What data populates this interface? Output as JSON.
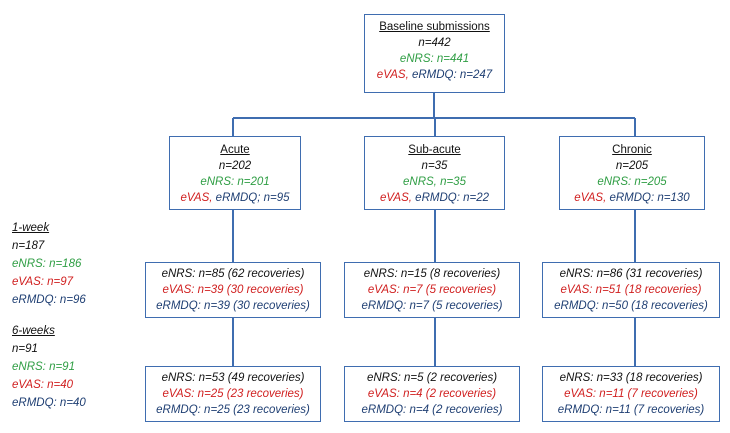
{
  "colors": {
    "connector": "#3f6db0",
    "green": "#2f9e44",
    "red": "#d01f1f",
    "navy": "#1f3f73"
  },
  "baseline": {
    "title": "Baseline submissions",
    "n": "n=442",
    "enrs": "eNRS: n=441",
    "evas": "eVAS,",
    "ermdq": "eRMDQ: n=247"
  },
  "groups": {
    "acute": {
      "title": "Acute",
      "n": "n=202",
      "enrs": "eNRS: n=201",
      "evas": "eVAS,",
      "ermdq": "eRMDQ; n=95",
      "week1": {
        "enrs": "eNRS: n=85 (62 recoveries)",
        "evas": "eVAS: n=39 (30 recoveries)",
        "ermdq": "eRMDQ: n=39 (30 recoveries)"
      },
      "week6": {
        "enrs": "eNRS: n=53 (49 recoveries)",
        "evas": "eVAS: n=25 (23 recoveries)",
        "ermdq": "eRMDQ: n=25 (23 recoveries)"
      }
    },
    "subacute": {
      "title": "Sub-acute",
      "n": "n=35",
      "enrs": "eNRS, n=35",
      "evas": "eVAS,",
      "ermdq": "eRMDQ: n=22",
      "week1": {
        "enrs": "eNRS: n=15 (8 recoveries)",
        "evas": "eVAS: n=7 (5 recoveries)",
        "ermdq": "eRMDQ: n=7 (5 recoveries)"
      },
      "week6": {
        "enrs": "eNRS: n=5 (2 recoveries)",
        "evas": "eVAS: n=4 (2 recoveries)",
        "ermdq": "eRMDQ: n=4 (2 recoveries)"
      }
    },
    "chronic": {
      "title": "Chronic",
      "n": "n=205",
      "enrs": "eNRS: n=205",
      "evas": "eVAS,",
      "ermdq": "eRMDQ: n=130",
      "week1": {
        "enrs": "eNRS: n=86 (31 recoveries)",
        "evas": "eVAS: n=51 (18 recoveries)",
        "ermdq": "eRMDQ: n=50 (18 recoveries)"
      },
      "week6": {
        "enrs": "eNRS: n=33 (18 recoveries)",
        "evas": "eVAS: n=11 (7 recoveries)",
        "ermdq": "eRMDQ: n=11 (7 recoveries)"
      }
    }
  },
  "side": {
    "week1": {
      "title": "1-week",
      "n": "n=187",
      "enrs": "eNRS: n=186",
      "evas": "eVAS: n=97",
      "ermdq": "eRMDQ: n=96"
    },
    "week6": {
      "title": "6-weeks",
      "n": "n=91",
      "enrs": "eNRS: n=91",
      "evas": "eVAS: n=40",
      "ermdq": "eRMDQ: n=40"
    }
  }
}
